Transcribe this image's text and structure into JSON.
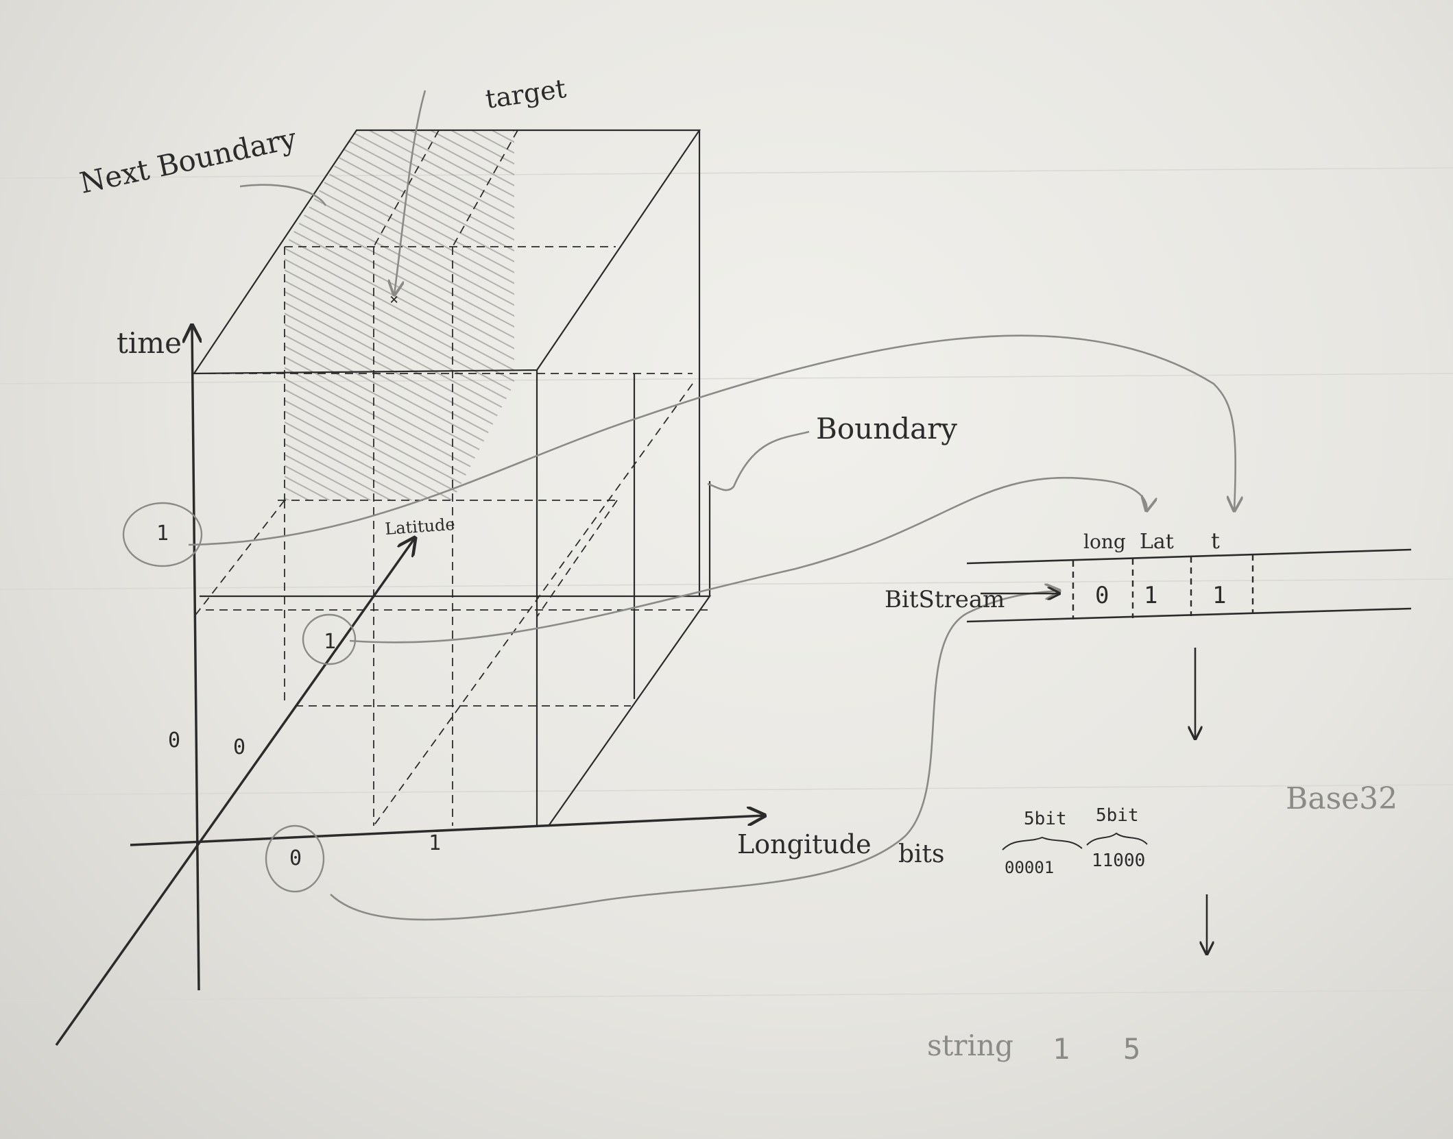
{
  "labels": {
    "target": "target",
    "next_boundary": "Next Boundary",
    "time_axis": "time",
    "boundary": "Boundary",
    "lat_axis": "Latitude",
    "lon_axis": "Longitude",
    "bitstream": "BitStream",
    "base32": "Base32",
    "bits": "bits"
  },
  "axis_values": {
    "time_one": "1",
    "time_zero": "0",
    "lat_one": "1",
    "lat_zero": "0",
    "lon_zero": "0",
    "lon_one": "1"
  },
  "bitstream": {
    "headers": [
      "long",
      "Lat",
      "t"
    ],
    "cells": [
      "0",
      "1",
      "1"
    ]
  },
  "groups": {
    "label_a": "5bit",
    "label_b": "5bit",
    "bits_a": "00001",
    "bits_b": "11000"
  },
  "string": {
    "label": "string",
    "chars": [
      "1",
      "5"
    ]
  },
  "colors": {
    "ink": "#2b2b2b",
    "pencil": "#8a8a86",
    "paper": "#eceae6"
  }
}
